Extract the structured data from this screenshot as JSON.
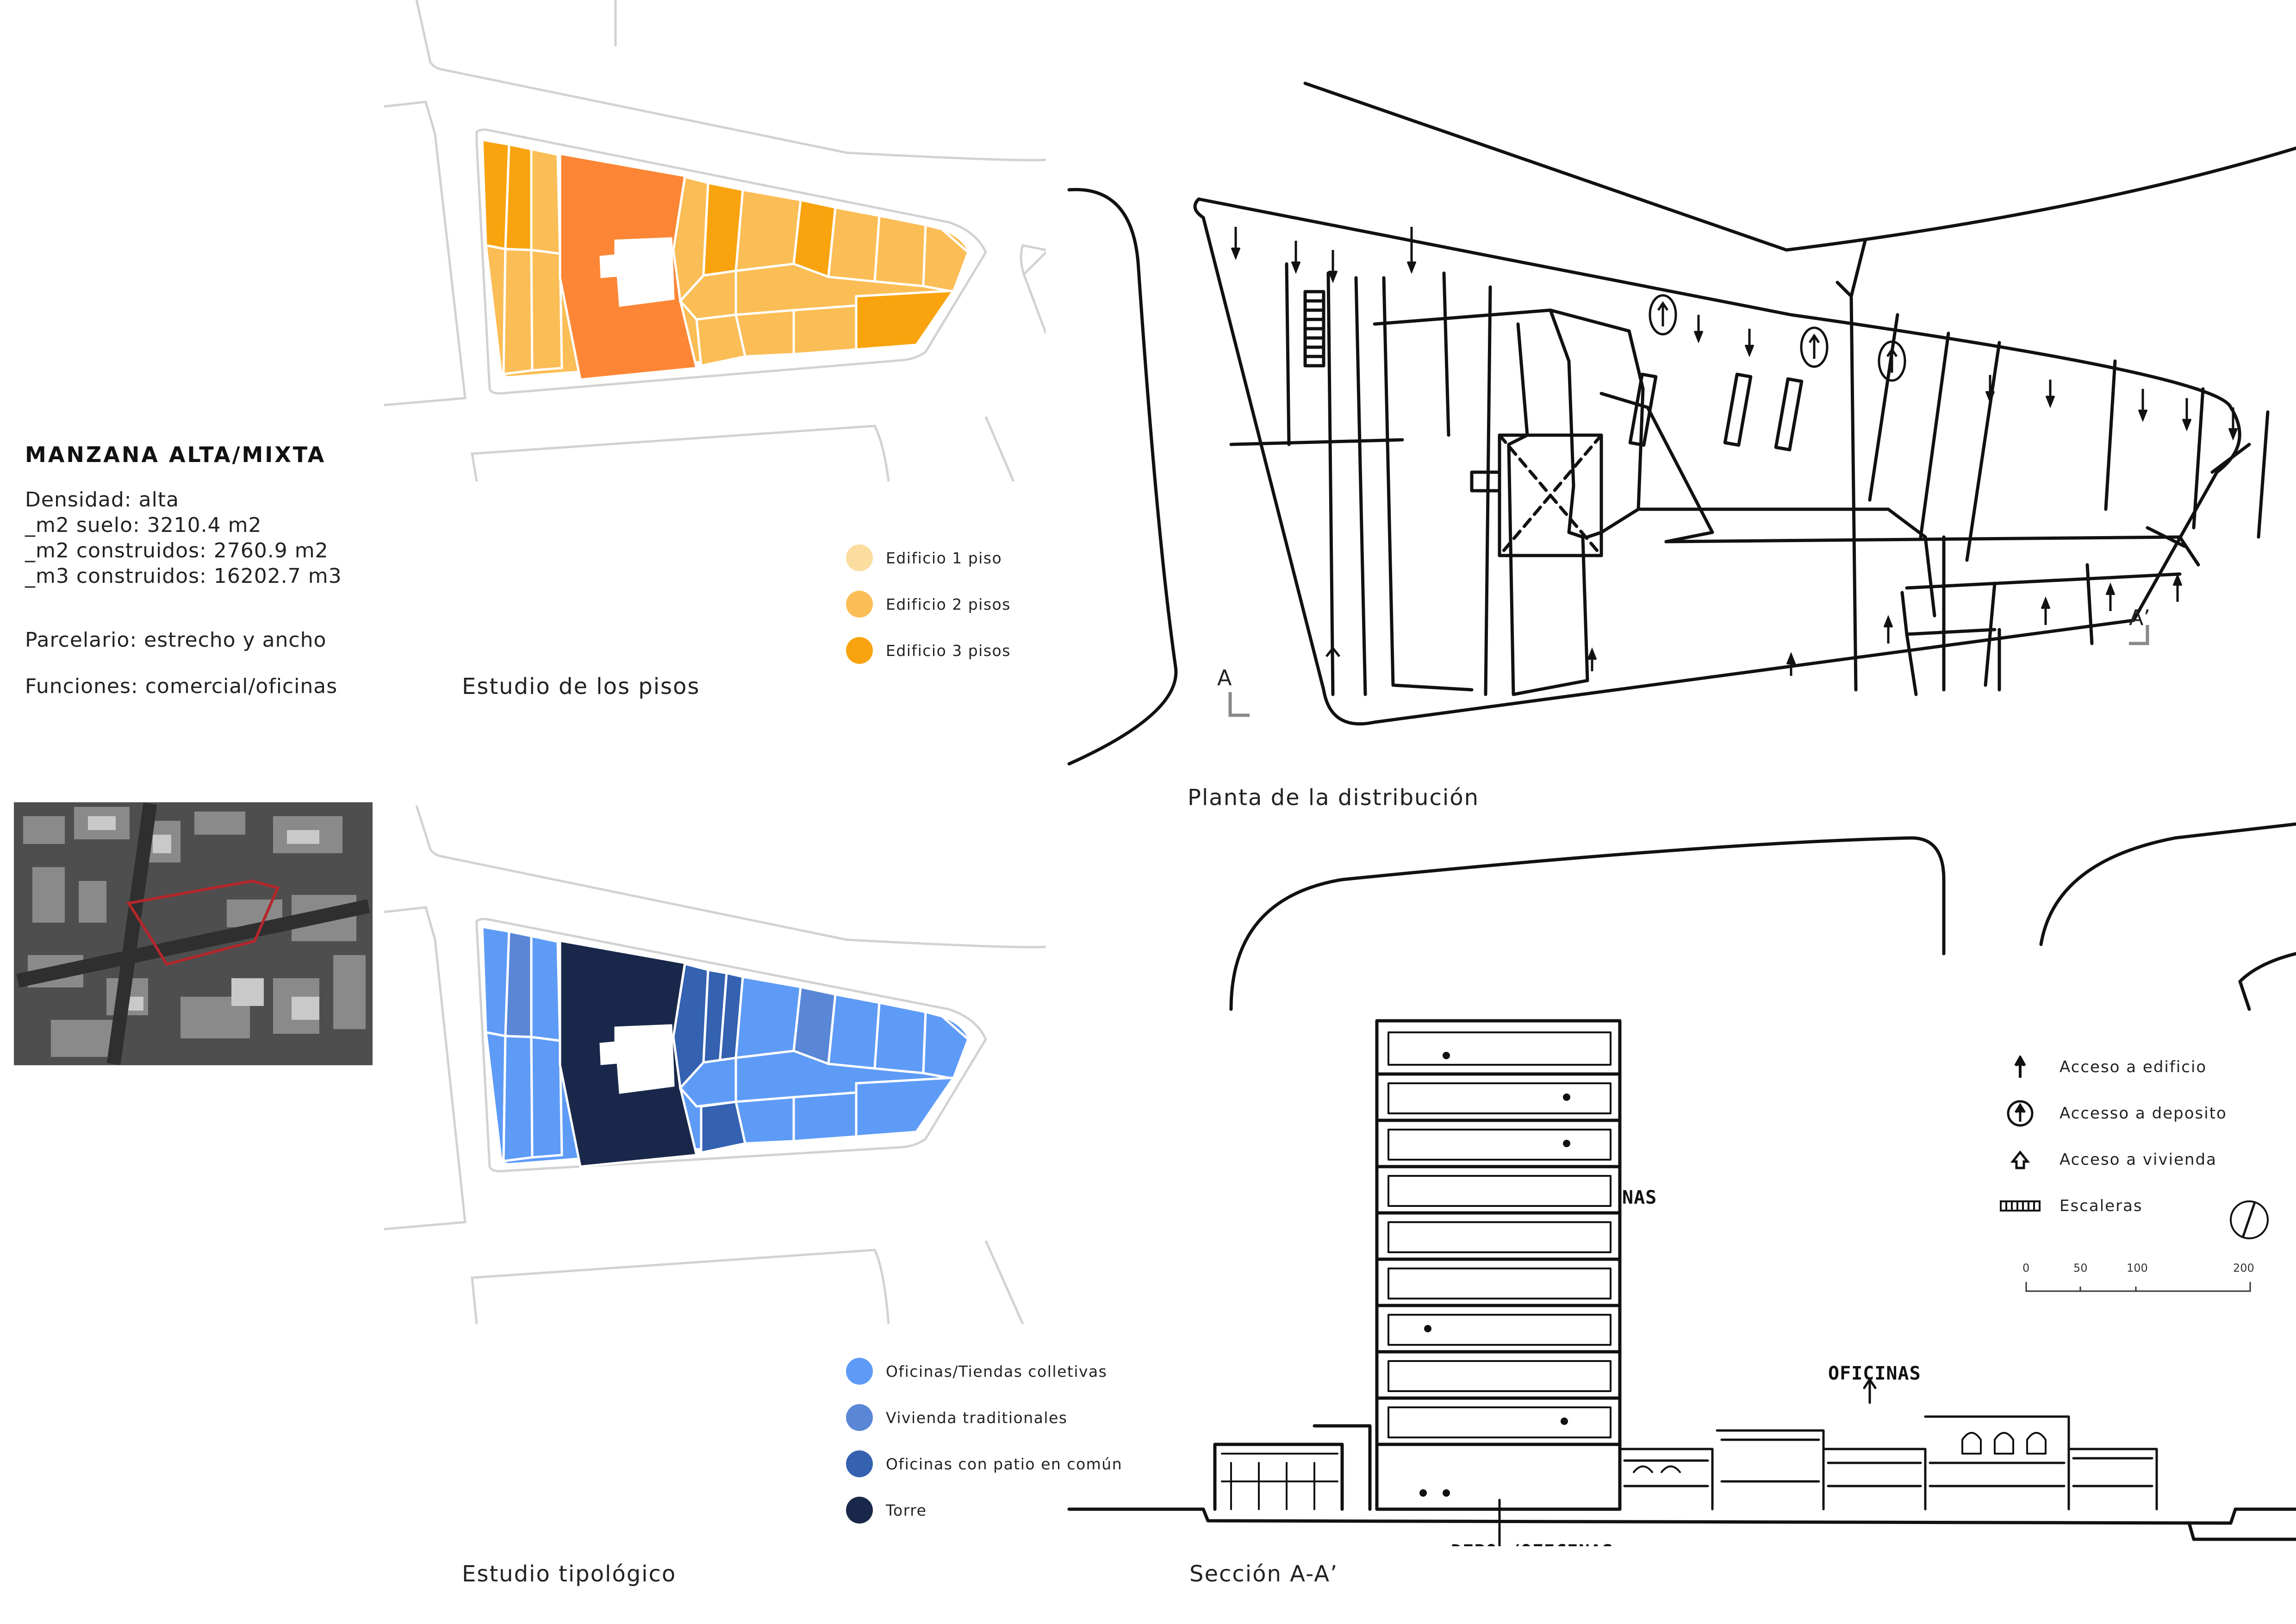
{
  "info": {
    "title": "MANZANA ALTA/MIXTA",
    "lines": [
      "Densidad: alta",
      "_m2 suelo: 3210.4 m2",
      "_m2 construidos: 2760.9 m2",
      "_m3 construidos: 16202.7 m3"
    ],
    "parcelario": "Parcelario: estrecho y ancho",
    "funciones": "Funciones: comercial/oficinas"
  },
  "captions": {
    "pisos": "Estudio de los pisos",
    "distribucion": "Planta de la distribución",
    "tipologico": "Estudio tipológico",
    "seccion": "Sección A-A’"
  },
  "legend_pisos": [
    {
      "label": "Edificio 1 piso",
      "color": "#FCDDA0"
    },
    {
      "label": "Edificio 2 pisos",
      "color": "#FBBD55"
    },
    {
      "label": "Edificio 3 pisos",
      "color": "#F9A30F"
    }
  ],
  "legend_tipos": [
    {
      "label": "Oficinas/Tiendas colletivas",
      "color": "#5E9BF7"
    },
    {
      "label": "Vivienda traditionales",
      "color": "#5A86D6"
    },
    {
      "label": "Oficinas con patio en común",
      "color": "#3461B0"
    },
    {
      "label": "Torre",
      "color": "#19284A"
    }
  ],
  "legend_symbols": [
    {
      "label": "Acceso a edificio",
      "icon": "arrow-up-icon"
    },
    {
      "label": "Accesso a deposito",
      "icon": "circled-arrow-icon"
    },
    {
      "label": "Acceso a vivienda",
      "icon": "open-arrow-icon"
    },
    {
      "label": "Escaleras",
      "icon": "stairs-icon"
    }
  ],
  "scale": {
    "ticks": [
      "0",
      "50",
      "100",
      "200"
    ]
  },
  "plan_labels": {
    "a": "A",
    "a_prime": "A’"
  },
  "section_labels": {
    "oficinas": "OFICINAS",
    "nas": "NAS",
    "depo": "DEPO./OFICINAS"
  },
  "colors": {
    "piso_mid": "#FBBD55",
    "piso_dark_orange": "#FC8635",
    "tipo_light": "#5E9BF7",
    "tipo_mid": "#5A86D6",
    "tipo_dark": "#3461B0",
    "torre": "#19284A",
    "aerial_outline": "#B3272C"
  }
}
